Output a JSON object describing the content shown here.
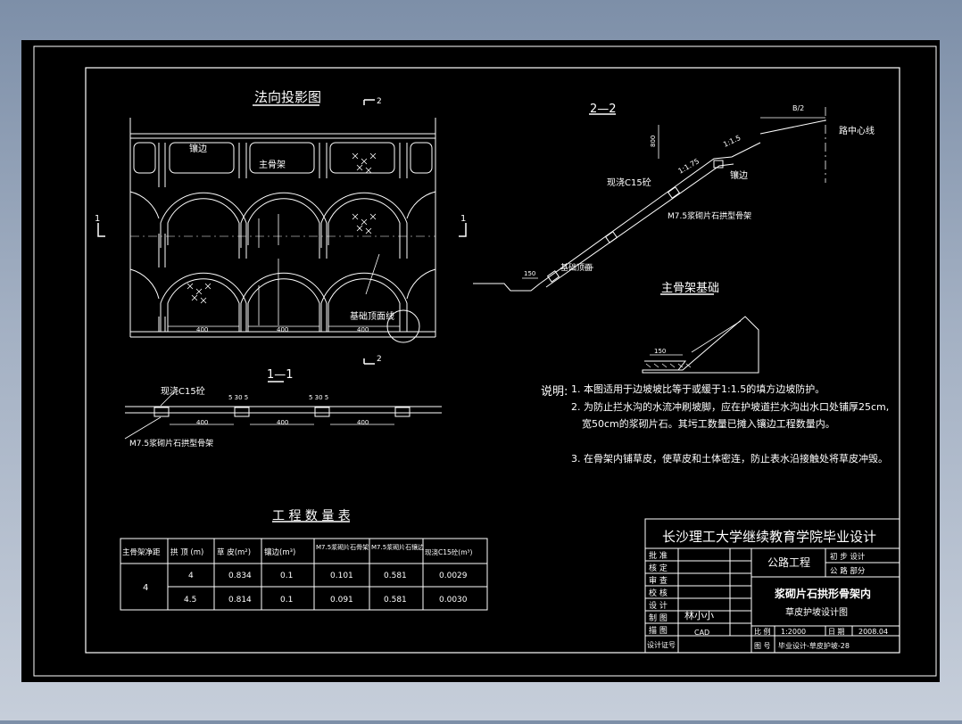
{
  "colors": {
    "background": "#000000",
    "lines": "#ffffff",
    "frame_outer": "#b0b8c4"
  },
  "elevation": {
    "title": "法向投影图",
    "labels": {
      "edge_strip": "镶边",
      "main_skeleton": "主骨架",
      "foundation_line": "基础顶面线",
      "cut_mark_1": "1",
      "cut_mark_2": "2",
      "dim_400": "400"
    }
  },
  "section_2": {
    "title": "2—2",
    "labels": {
      "half_width": "B/2",
      "center_line": "路中心线",
      "edge": "镶边",
      "concrete_edge": "现浇C15砼",
      "rubble_arch": "M7.5浆砌片石拱型骨架",
      "foundation_top": "基础顶面",
      "slope_1": "1:1.5",
      "slope_2": "1:1.75",
      "dim_150": "150",
      "dim_800": "800"
    }
  },
  "section_1": {
    "title": "1—1",
    "labels": {
      "concrete": "现浇C15砼",
      "rubble": "M7.5浆砌片石拱型骨架",
      "dim_400": "400",
      "dim_5_30_5": "5 30 5"
    }
  },
  "foundation": {
    "title": "主骨架基础",
    "labels": {
      "dim_150": "150"
    }
  },
  "notes": {
    "heading": "说明:",
    "items": [
      "1. 本图适用于边坡坡比等于或缓于1:1.5的填方边坡防护。",
      "2. 为防止拦水沟的水流冲刷坡脚，应在护坡道拦水沟出水口处铺厚25cm,",
      "宽50cm的浆砌片石。其圬工数量已摊入镶边工程数量内。",
      "3. 在骨架内铺草皮，使草皮和土体密连，防止表水沿接触处将草皮冲毁。"
    ]
  },
  "quantity_table": {
    "title": "工 程 数 量 表",
    "headers": [
      "主骨架净距",
      "拱 顶 (m)",
      "草 皮(m²)",
      "镶边(m³)",
      "M7.5浆砌片石骨架",
      "M7.5浆砌片石镶边",
      "现浇C15砼(m³)"
    ],
    "merged_value": "4",
    "rows": [
      [
        "4",
        "0.834",
        "0.1",
        "0.101",
        "0.581",
        "0.0029"
      ],
      [
        "4.5",
        "0.814",
        "0.1",
        "0.091",
        "0.581",
        "0.0030"
      ]
    ]
  },
  "title_block": {
    "school": "长沙理工大学继续教育学院毕业设计",
    "left_labels": [
      "批 准",
      "核 定",
      "审 查",
      "校 核",
      "设 计",
      "制 图",
      "描 图",
      "设计证号"
    ],
    "project": "公路工程",
    "stage_top": "初 步 设计",
    "stage_bottom": "公 路 部分",
    "drawing_title_main": "浆砌片石拱形骨架内",
    "drawing_title_sub": "草皮护坡设计图",
    "designer": "林小小",
    "cad": "CAD",
    "scale_label": "比 例",
    "scale_value": "1:2000",
    "date_label": "日 期",
    "date_value": "2008.04",
    "drawing_no_label": "图 号",
    "drawing_no_value": "毕业设计-草皮护坡-28"
  }
}
